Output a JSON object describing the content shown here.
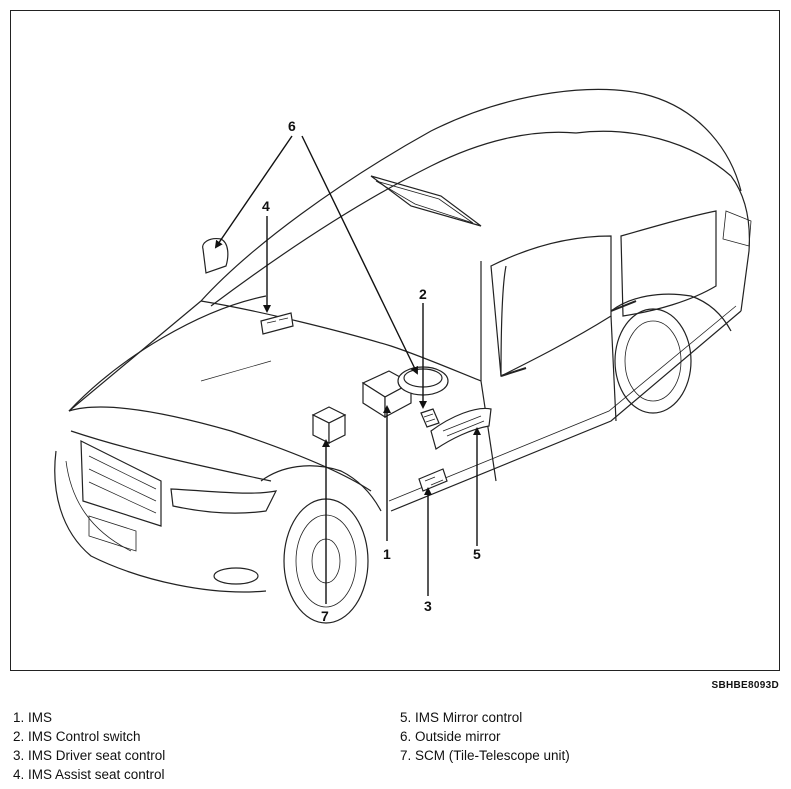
{
  "diagram": {
    "code": "SBHBE8093D",
    "callouts": [
      "1",
      "2",
      "3",
      "4",
      "5",
      "6",
      "7"
    ],
    "legend_left": [
      "1. IMS",
      "2. IMS Control switch",
      "3. IMS Driver seat control",
      "4. IMS Assist seat control"
    ],
    "legend_right": [
      "5. IMS Mirror control",
      "6. Outside mirror",
      "7. SCM (Tile-Telescope unit)"
    ]
  }
}
